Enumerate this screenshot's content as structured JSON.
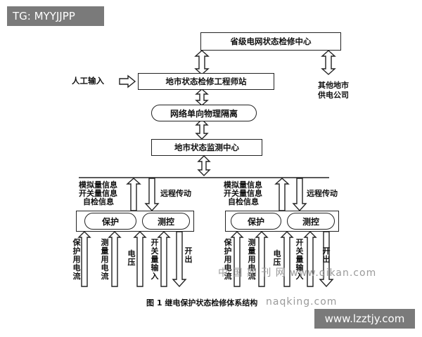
{
  "watermark_top": "TG: MYYJJPP",
  "watermark_bottom": "www.lzztjy.com",
  "caption": "图 1 继电保护状态检修体系结构",
  "faint_text": "中 国 期 刊 网 www.qikan.com",
  "faint_text_right": "naqking.com",
  "nodes": {
    "provincial": "省级电网状态检修中心",
    "engineer_station": "地市状态检修工程师站",
    "isolation": "网络单向物理隔离",
    "monitor_center": "地市状态监测中心",
    "manual_input": "人工输入",
    "other_city_1": "其他地市",
    "other_city_2": "供电公司"
  },
  "left_unit": {
    "info_1": "模拟量信息",
    "info_2": "开关量信息",
    "info_3": "自检信息",
    "remote": "远程传动",
    "protect": "保护",
    "measure": "测控",
    "in_1": "保护用电流",
    "in_2": "测量用电流",
    "in_3": "电压",
    "in_4": "开关量输入",
    "out_1": "开出"
  },
  "right_unit": {
    "info_1": "模拟量信息",
    "info_2": "开关量信息",
    "info_3": "自检信息",
    "remote": "远程传动",
    "protect": "保护",
    "measure": "测控",
    "in_1": "保护用电流",
    "in_2": "测量用电流",
    "in_3": "电压",
    "in_4": "开关量输入",
    "out_1": "开出"
  }
}
